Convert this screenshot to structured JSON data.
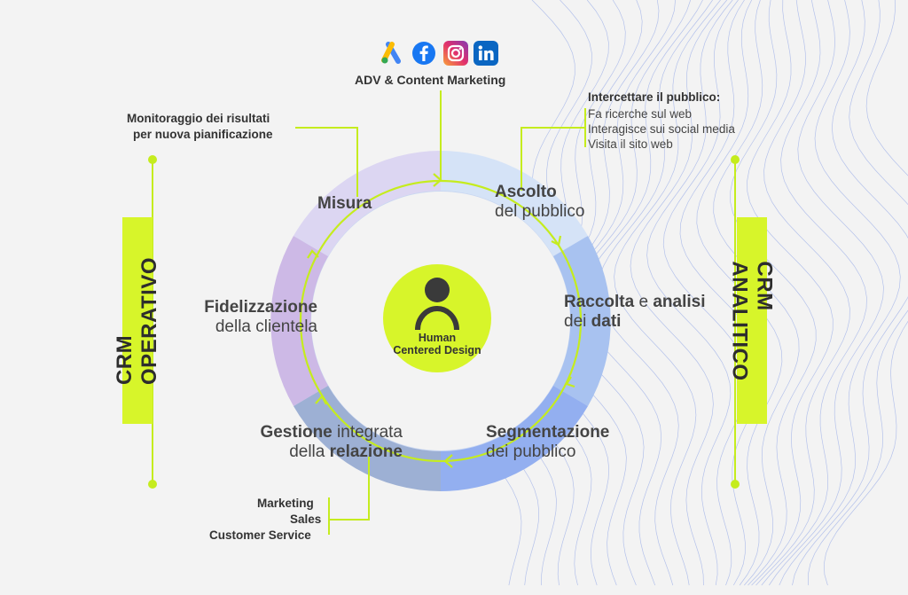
{
  "colors": {
    "accent": "#d7f52a",
    "bg": "#f3f3f3",
    "text": "#444444"
  },
  "channels": {
    "title": "ADV & Content Marketing",
    "icons": [
      "google-ads-icon",
      "facebook-icon",
      "instagram-icon",
      "linkedin-icon"
    ]
  },
  "monitoring": {
    "line1": "Monitoraggio dei risultati",
    "line2": "per nuova pianificazione"
  },
  "intercept": {
    "title": "Intercettare il pubblico:",
    "items": [
      "Fa ricerche sul web",
      "Interagisce sui social media",
      "Visita il sito web"
    ]
  },
  "side": {
    "left": "CRM OPERATIVO",
    "right": "CRM ANALITICO"
  },
  "center": {
    "line1": "Human",
    "line2": "Centered Design"
  },
  "sectors": {
    "misura": {
      "bold": "Misura"
    },
    "ascolto": {
      "bold": "Ascolto",
      "normal": "del pubblico"
    },
    "raccolta": {
      "b1": "Raccolta",
      "n1": " e ",
      "b2": "analisi",
      "n2": "dei ",
      "b3": "dati"
    },
    "segmentazione": {
      "bold": "Segmentazione",
      "normal": "dei pubblico"
    },
    "gestione": {
      "b1": "Gestione",
      "n1": " integrata",
      "n2": "della ",
      "b2": "relazione"
    },
    "fidelizzazione": {
      "bold": "Fidelizzazione",
      "normal": "della clientela"
    }
  },
  "departments": [
    "Marketing",
    "Sales",
    "Customer Service"
  ]
}
